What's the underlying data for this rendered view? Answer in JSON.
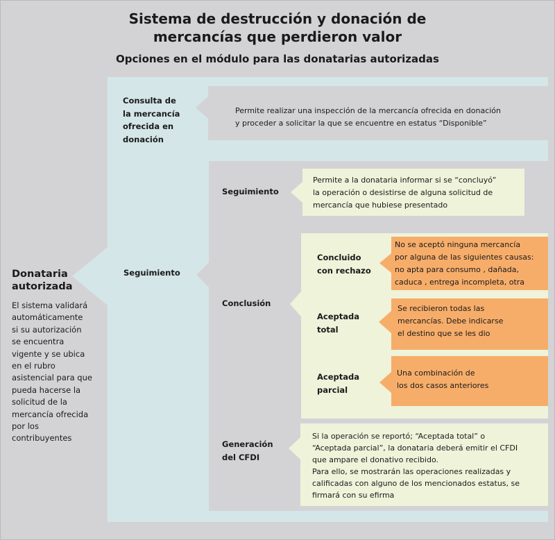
{
  "header": {
    "title_line1": "Sistema de destrucción y donación de",
    "title_line2": "mercancías que perdieron valor",
    "subtitle": "Opciones en el módulo para las donatarias autorizadas"
  },
  "root": {
    "title_line1": "Donataria",
    "title_line2": "autorizada",
    "description": [
      "El sistema validará",
      "automáticamente",
      "si su autorización",
      "se encuentra",
      "vigente y se ubica",
      "en el rubro",
      "asistencial para que",
      "pueda hacerse la",
      "solicitud de la",
      "mercancía ofrecida",
      "por los",
      "contribuyentes"
    ]
  },
  "consulta": {
    "label": [
      "Consulta de",
      "la mercancía",
      "ofrecida en",
      "donación"
    ],
    "description": [
      "Permite realizar una inspección de la mercancía ofrecida en donación",
      "y proceder a solicitar la que se encuentre en estatus “Disponible”"
    ]
  },
  "seguimiento_main": {
    "label": "Seguimiento"
  },
  "seguimiento_sub": {
    "label": "Seguimiento",
    "description": [
      "Permite a la donataria informar si se “concluyó”",
      "la operación o desistirse de alguna solicitud de",
      "mercancía que hubiese presentado"
    ]
  },
  "conclusion": {
    "label": "Conclusión",
    "options": [
      {
        "label": [
          "Concluido",
          "con rechazo"
        ],
        "description": [
          "No se aceptó ninguna mercancía",
          "por alguna de las siguientes causas:",
          "no apta para consumo , dañada,",
          "caduca , entrega incompleta, otra"
        ]
      },
      {
        "label": [
          "Aceptada",
          "total"
        ],
        "description": [
          "Se recibieron todas las",
          "mercancías. Debe indicarse",
          "el destino que se les dio"
        ]
      },
      {
        "label": [
          "Aceptada",
          "parcial"
        ],
        "description": [
          "Una combinación de",
          "los dos casos anteriores"
        ]
      }
    ]
  },
  "cfdi": {
    "label": [
      "Generación",
      "del CFDI"
    ],
    "description": [
      "Si la operación se reportó; “Aceptada total” o",
      "“Aceptada parcial”, la donataria deberá emitir el CFDI",
      "que ampare el donativo recibido.",
      "Para ello, se mostrarán las operaciones realizadas y",
      "calificadas con alguno de los mencionados estatus, se",
      "firmará con su efirma"
    ]
  },
  "colors": {
    "background": "#d3d3d6",
    "panel_blue": "#d4e6e8",
    "panel_cream": "#eef3da",
    "panel_orange": "#f7ad6a",
    "panel_grey": "#d3d3d6",
    "text": "#1a1a1a"
  }
}
